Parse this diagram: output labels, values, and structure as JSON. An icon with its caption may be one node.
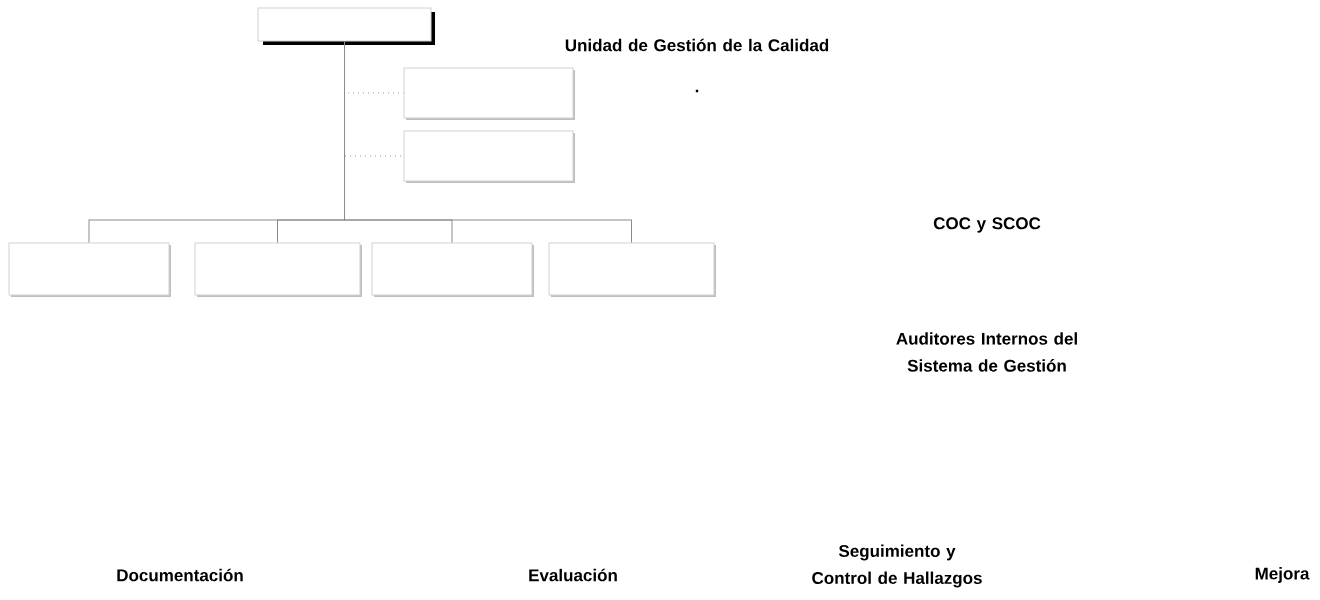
{
  "diagram": {
    "nodes": [
      {
        "text": [],
        "shape": "box"
      },
      {
        "text": [],
        "shape": "box"
      },
      {
        "text": [],
        "shape": "box"
      },
      {
        "text": [],
        "shape": "box"
      },
      {
        "text": [],
        "shape": "box"
      },
      {
        "text": [],
        "shape": "box"
      },
      {
        "text": [],
        "shape": "box"
      }
    ],
    "edges": [
      {
        "from": 0,
        "to": 1,
        "arrow": "none",
        "style": "dashed"
      },
      {
        "from": 0,
        "to": 2,
        "arrow": "none",
        "style": "dashed"
      },
      {
        "from": 0,
        "to": 3,
        "arrow": "none"
      },
      {
        "from": 0,
        "to": 4,
        "arrow": "none"
      },
      {
        "from": 0,
        "to": 5,
        "arrow": "none"
      },
      {
        "from": 0,
        "to": 6,
        "arrow": "none"
      }
    ],
    "labels": [
      "Unidad de Gestión de la Calidad",
      ".",
      "COC y SCOC",
      "Auditores Internos del Sistema de Gestión",
      "Documentación",
      "Evaluación",
      "Seguimiento y Control de Hallazgos",
      "Mejora"
    ]
  }
}
